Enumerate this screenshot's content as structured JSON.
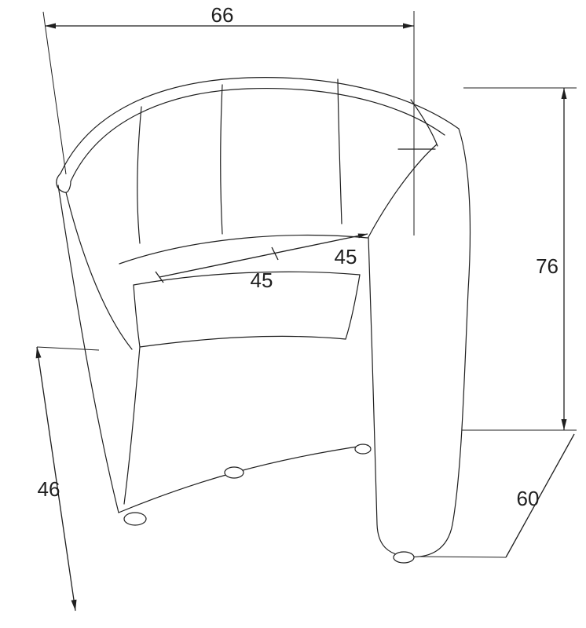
{
  "diagram": {
    "background": "#ffffff",
    "line_color": "#1f1f1f",
    "subject": "tub-chair-dimension-drawing",
    "labels": {
      "width_top": "66",
      "height_right": "76",
      "seat_depth": "45",
      "seat_width": "45",
      "seat_height_left": "46",
      "depth_bottom": "60"
    }
  }
}
